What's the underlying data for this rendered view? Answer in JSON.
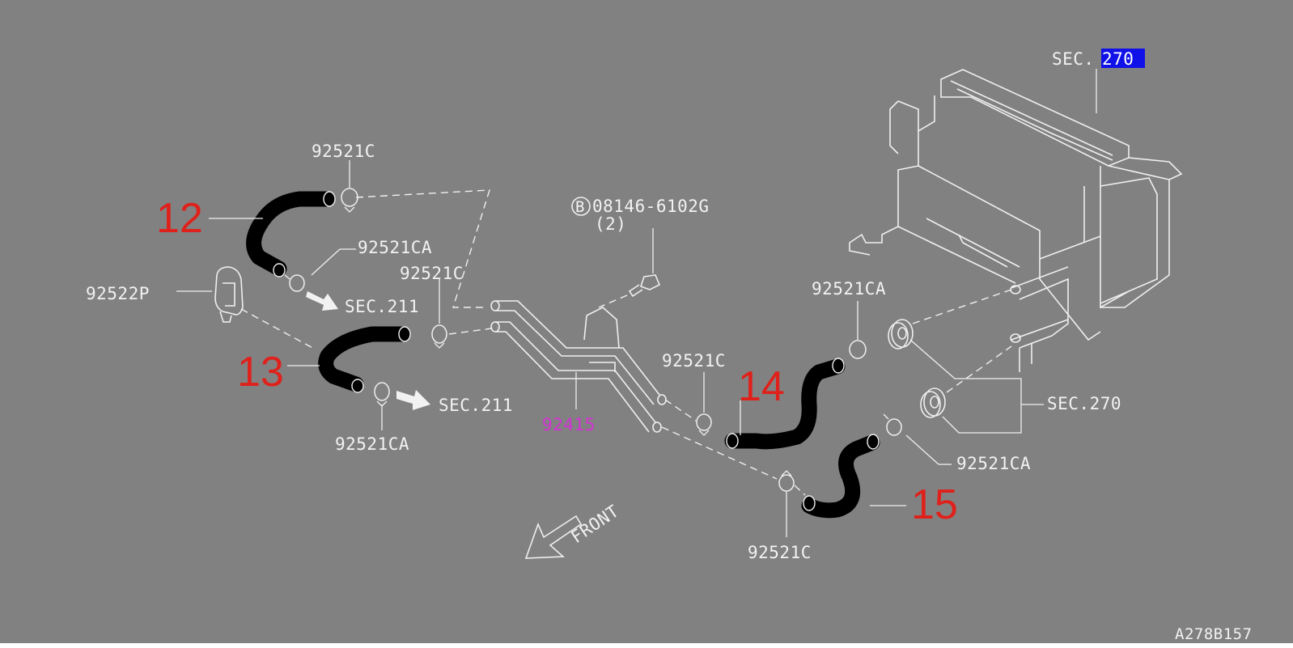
{
  "labels": {
    "clamp_top": "92521C",
    "clamp_top_ca": "92521CA",
    "clamp_mid": "92521C",
    "grommet": "92522P",
    "sec211_upper": "SEC.211",
    "sec211_lower": "SEC.211",
    "clamp_lower_ca": "92521CA",
    "bolt_part": "08146-6102G",
    "bolt_qty": "(2)",
    "bolt_marker": "B",
    "pipe_part": "92415",
    "clamp_right_c": "92521C",
    "clamp_right_ca_upper": "92521CA",
    "sec270_top_prefix": "SEC.",
    "sec270_top_num": "270",
    "sec270_right": "SEC.270",
    "clamp_right_ca_lower": "92521CA",
    "clamp_bottom_c": "92521C",
    "front": "FRONT",
    "figure_id": "A278B157"
  },
  "callouts": {
    "c12": "12",
    "c13": "13",
    "c14": "14",
    "c15": "15"
  },
  "colors": {
    "background": "#818181",
    "line_art": "#efefef",
    "callout_red": "#e0201b",
    "highlight_blue": "#1010e8",
    "part_magenta": "#d531d5"
  }
}
